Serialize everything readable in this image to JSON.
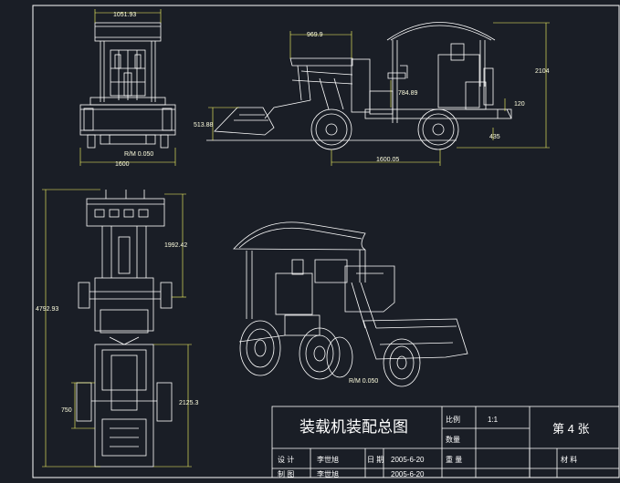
{
  "colors": {
    "background": "#1a1e26",
    "drawing_line": "#ffffff",
    "dimension": "#ffff66",
    "dimension_text": "#ffffe0"
  },
  "dimensions": {
    "front_top_width": "1051.93",
    "front_bottom_width": "1600",
    "front_scale_label": "R/M 0.050",
    "side_top_length": "969.9",
    "side_seat_height": "784.89",
    "side_bucket_height": "513.88",
    "side_total_height": "2104",
    "side_rear_120": "120",
    "side_ground_435": "435",
    "side_wheelbase": "1600.05",
    "plan_total_length": "4792.93",
    "plan_front_length": "1992.42",
    "plan_rear_length": "2125.3",
    "plan_offset_750": "750",
    "iso_scale_label": "R/M 0.050"
  },
  "title_block": {
    "title": "装载机装配总图",
    "scale_label": "比例",
    "scale_value": "1:1",
    "quantity_label": "数量",
    "sheet_label": "第 4 张",
    "designer_label": "设 计",
    "designer_name": "李世旭",
    "date_label": "日 期",
    "date_value": "2005-6-20",
    "weight_label": "重 量",
    "material_label": "材 料",
    "checker_label": "制 图",
    "checker_name": "李世旭",
    "date_value_2": "2005-6-20"
  }
}
